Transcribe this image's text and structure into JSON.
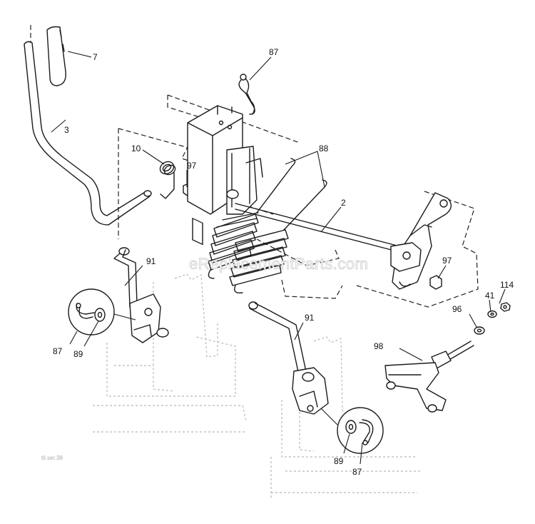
{
  "callouts": {
    "c7": "7",
    "c87_top": "87",
    "c3": "3",
    "c10": "10",
    "c97_left": "97",
    "c88": "88",
    "c2": "2",
    "c91_left": "91",
    "c97_right": "97",
    "c114": "114",
    "c41": "41",
    "c96": "96",
    "c87_left": "87",
    "c89_left": "89",
    "c91_right": "91",
    "c98": "98",
    "c89_right": "89",
    "c87_right": "87"
  },
  "watermark": "eReplacementParts.com",
  "drawing_code": "til.ser.38"
}
